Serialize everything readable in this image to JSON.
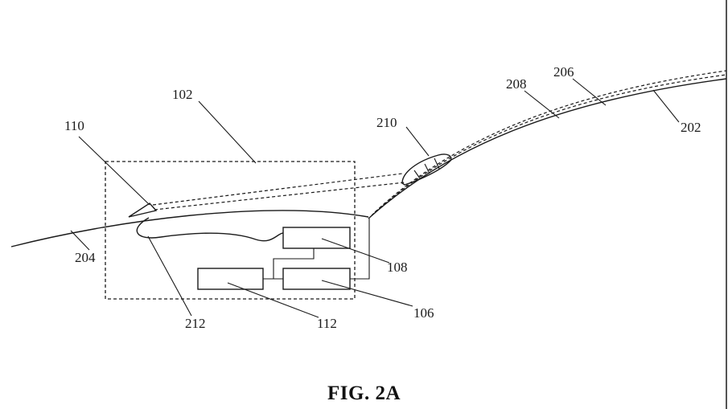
{
  "figure": {
    "caption": "FIG. 2A",
    "reference_numerals": {
      "r102": "102",
      "r110": "110",
      "r210": "210",
      "r208": "208",
      "r206": "206",
      "r202": "202",
      "r204": "204",
      "r108": "108",
      "r106": "106",
      "r212": "212",
      "r112": "112"
    }
  }
}
